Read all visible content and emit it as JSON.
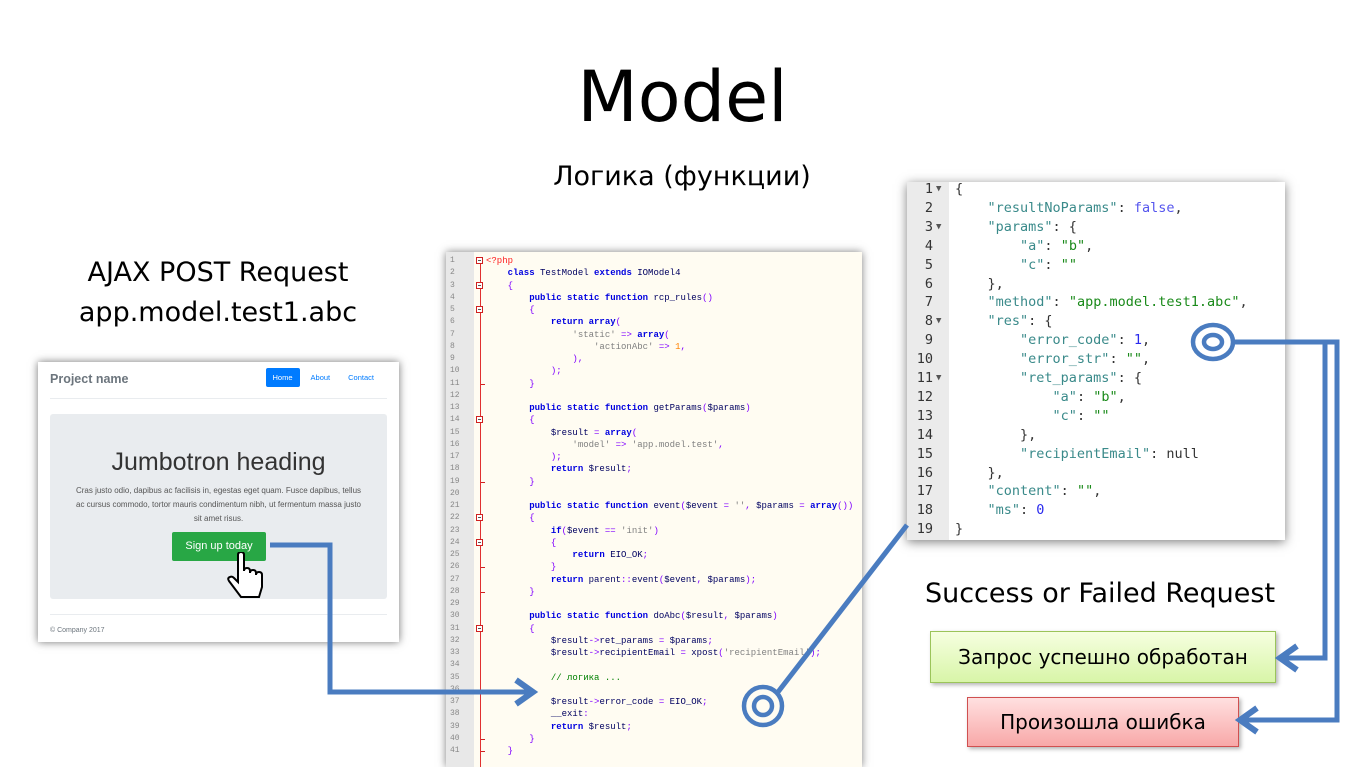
{
  "slide": {
    "title": "Model",
    "logic_label": "Логика (функции)",
    "request_label_1": "AJAX POST Request",
    "request_label_2": "app.model.test1.abc",
    "result_label": "Success or Failed Request",
    "success_box": "Запрос успешно обработан",
    "error_box": "Произошла ошибка"
  },
  "site": {
    "brand": "Project name",
    "nav": [
      "Home",
      "About",
      "Contact"
    ],
    "heading": "Jumbotron heading",
    "lead": "Cras justo odio, dapibus ac facilisis in, egestas eget quam. Fusce dapibus, tellus ac cursus commodo, tortor mauris condimentum nibh, ut fermentum massa justo sit amet risus.",
    "button": "Sign up today",
    "footer": "© Company 2017"
  },
  "colors": {
    "arrow": "#4a7cc0",
    "primary": "#007bff",
    "success": "#28a745"
  },
  "code_lines": [
    {
      "fold": "box",
      "t": [
        [
          "p",
          "<?php"
        ]
      ]
    },
    {
      "t": [
        [
          "v",
          "    "
        ],
        [
          "k",
          "class"
        ],
        [
          "v",
          " TestModel "
        ],
        [
          "k",
          "extends"
        ],
        [
          "v",
          " IOModel4"
        ]
      ]
    },
    {
      "fold": "box",
      "t": [
        [
          "v",
          "    "
        ],
        [
          "o",
          "{"
        ]
      ]
    },
    {
      "t": [
        [
          "v",
          "        "
        ],
        [
          "k",
          "public static function"
        ],
        [
          "v",
          " rcp_rules"
        ],
        [
          "o",
          "()"
        ]
      ]
    },
    {
      "fold": "box",
      "t": [
        [
          "v",
          "        "
        ],
        [
          "o",
          "{"
        ]
      ]
    },
    {
      "t": [
        [
          "v",
          "            "
        ],
        [
          "k",
          "return array"
        ],
        [
          "o",
          "("
        ]
      ]
    },
    {
      "t": [
        [
          "v",
          "                "
        ],
        [
          "s",
          "'static'"
        ],
        [
          "o",
          " => "
        ],
        [
          "k",
          "array"
        ],
        [
          "o",
          "("
        ]
      ]
    },
    {
      "t": [
        [
          "v",
          "                    "
        ],
        [
          "s",
          "'actionAbc'"
        ],
        [
          "o",
          " => "
        ],
        [
          "n",
          "1"
        ],
        [
          "o",
          ","
        ]
      ]
    },
    {
      "t": [
        [
          "v",
          "                "
        ],
        [
          "o",
          "),"
        ]
      ]
    },
    {
      "t": [
        [
          "v",
          "            "
        ],
        [
          "o",
          ");"
        ]
      ]
    },
    {
      "fold": "end",
      "t": [
        [
          "v",
          "        "
        ],
        [
          "o",
          "}"
        ]
      ]
    },
    {
      "t": []
    },
    {
      "t": [
        [
          "v",
          "        "
        ],
        [
          "k",
          "public static function"
        ],
        [
          "v",
          " getParams"
        ],
        [
          "o",
          "("
        ],
        [
          "v",
          "$params"
        ],
        [
          "o",
          ")"
        ]
      ]
    },
    {
      "fold": "box",
      "t": [
        [
          "v",
          "        "
        ],
        [
          "o",
          "{"
        ]
      ]
    },
    {
      "t": [
        [
          "v",
          "            "
        ],
        [
          "v",
          "$result"
        ],
        [
          "o",
          " = "
        ],
        [
          "k",
          "array"
        ],
        [
          "o",
          "("
        ]
      ]
    },
    {
      "t": [
        [
          "v",
          "                "
        ],
        [
          "s",
          "'model'"
        ],
        [
          "o",
          " => "
        ],
        [
          "s",
          "'app.model.test'"
        ],
        [
          "o",
          ","
        ]
      ]
    },
    {
      "t": [
        [
          "v",
          "            "
        ],
        [
          "o",
          ");"
        ]
      ]
    },
    {
      "t": [
        [
          "v",
          "            "
        ],
        [
          "k",
          "return"
        ],
        [
          "v",
          " $result"
        ],
        [
          "o",
          ";"
        ]
      ]
    },
    {
      "fold": "end",
      "t": [
        [
          "v",
          "        "
        ],
        [
          "o",
          "}"
        ]
      ]
    },
    {
      "t": []
    },
    {
      "t": [
        [
          "v",
          "        "
        ],
        [
          "k",
          "public static function"
        ],
        [
          "v",
          " event"
        ],
        [
          "o",
          "("
        ],
        [
          "v",
          "$event"
        ],
        [
          "o",
          " = "
        ],
        [
          "s",
          "''"
        ],
        [
          "o",
          ", "
        ],
        [
          "v",
          "$params"
        ],
        [
          "o",
          " = "
        ],
        [
          "k",
          "array"
        ],
        [
          "o",
          "())"
        ]
      ]
    },
    {
      "fold": "box",
      "t": [
        [
          "v",
          "        "
        ],
        [
          "o",
          "{"
        ]
      ]
    },
    {
      "t": [
        [
          "v",
          "            "
        ],
        [
          "k",
          "if"
        ],
        [
          "o",
          "("
        ],
        [
          "v",
          "$event"
        ],
        [
          "o",
          " == "
        ],
        [
          "s",
          "'init'"
        ],
        [
          "o",
          ")"
        ]
      ]
    },
    {
      "fold": "box",
      "t": [
        [
          "v",
          "            "
        ],
        [
          "o",
          "{"
        ]
      ]
    },
    {
      "t": [
        [
          "v",
          "                "
        ],
        [
          "k",
          "return"
        ],
        [
          "v",
          " EIO_OK"
        ],
        [
          "o",
          ";"
        ]
      ]
    },
    {
      "fold": "end",
      "t": [
        [
          "v",
          "            "
        ],
        [
          "o",
          "}"
        ]
      ]
    },
    {
      "t": [
        [
          "v",
          "            "
        ],
        [
          "k",
          "return"
        ],
        [
          "v",
          " parent"
        ],
        [
          "o",
          "::"
        ],
        [
          "v",
          "event"
        ],
        [
          "o",
          "("
        ],
        [
          "v",
          "$event"
        ],
        [
          "o",
          ", "
        ],
        [
          "v",
          "$params"
        ],
        [
          "o",
          ");"
        ]
      ]
    },
    {
      "fold": "end",
      "t": [
        [
          "v",
          "        "
        ],
        [
          "o",
          "}"
        ]
      ]
    },
    {
      "t": []
    },
    {
      "t": [
        [
          "v",
          "        "
        ],
        [
          "k",
          "public static function"
        ],
        [
          "v",
          " doAbc"
        ],
        [
          "o",
          "("
        ],
        [
          "v",
          "$result"
        ],
        [
          "o",
          ", "
        ],
        [
          "v",
          "$params"
        ],
        [
          "o",
          ")"
        ]
      ]
    },
    {
      "fold": "box",
      "t": [
        [
          "v",
          "        "
        ],
        [
          "o",
          "{"
        ]
      ]
    },
    {
      "t": [
        [
          "v",
          "            "
        ],
        [
          "v",
          "$result"
        ],
        [
          "o",
          "->"
        ],
        [
          "v",
          "ret_params"
        ],
        [
          "o",
          " = "
        ],
        [
          "v",
          "$params"
        ],
        [
          "o",
          ";"
        ]
      ]
    },
    {
      "t": [
        [
          "v",
          "            "
        ],
        [
          "v",
          "$result"
        ],
        [
          "o",
          "->"
        ],
        [
          "v",
          "recipientEmail"
        ],
        [
          "o",
          " = "
        ],
        [
          "v",
          "xpost"
        ],
        [
          "o",
          "("
        ],
        [
          "s",
          "'recipientEmail'"
        ],
        [
          "o",
          ");"
        ]
      ]
    },
    {
      "t": []
    },
    {
      "t": [
        [
          "v",
          "            "
        ],
        [
          "c",
          "// логика ..."
        ]
      ]
    },
    {
      "t": []
    },
    {
      "t": [
        [
          "v",
          "            "
        ],
        [
          "v",
          "$result"
        ],
        [
          "o",
          "->"
        ],
        [
          "v",
          "error_code"
        ],
        [
          "o",
          " = "
        ],
        [
          "v",
          "EIO_OK"
        ],
        [
          "o",
          ";"
        ]
      ]
    },
    {
      "t": [
        [
          "v",
          "            "
        ],
        [
          "v",
          "__exit"
        ],
        [
          "o",
          ":"
        ]
      ]
    },
    {
      "t": [
        [
          "v",
          "            "
        ],
        [
          "k",
          "return"
        ],
        [
          "v",
          " $result"
        ],
        [
          "o",
          ";"
        ]
      ]
    },
    {
      "fold": "end",
      "t": [
        [
          "v",
          "        "
        ],
        [
          "o",
          "}"
        ]
      ]
    },
    {
      "fold": "end",
      "t": [
        [
          "v",
          "    "
        ],
        [
          "o",
          "}"
        ]
      ]
    }
  ],
  "json_lines": [
    {
      "arrow": true,
      "t": [
        [
          "jp",
          "{"
        ]
      ]
    },
    {
      "t": [
        [
          "jp",
          "    "
        ],
        [
          "jk",
          "\"resultNoParams\""
        ],
        [
          "jp",
          ": "
        ],
        [
          "jb",
          "false"
        ],
        [
          "jp",
          ","
        ]
      ]
    },
    {
      "arrow": true,
      "t": [
        [
          "jp",
          "    "
        ],
        [
          "jk",
          "\"params\""
        ],
        [
          "jp",
          ": {"
        ]
      ]
    },
    {
      "t": [
        [
          "jp",
          "        "
        ],
        [
          "jk",
          "\"a\""
        ],
        [
          "jp",
          ": "
        ],
        [
          "js",
          "\"b\""
        ],
        [
          "jp",
          ","
        ]
      ]
    },
    {
      "t": [
        [
          "jp",
          "        "
        ],
        [
          "jk",
          "\"c\""
        ],
        [
          "jp",
          ": "
        ],
        [
          "js",
          "\"\""
        ]
      ]
    },
    {
      "t": [
        [
          "jp",
          "    },"
        ]
      ]
    },
    {
      "t": [
        [
          "jp",
          "    "
        ],
        [
          "jk",
          "\"method\""
        ],
        [
          "jp",
          ": "
        ],
        [
          "js",
          "\"app.model.test1.abc\""
        ],
        [
          "jp",
          ","
        ]
      ]
    },
    {
      "arrow": true,
      "t": [
        [
          "jp",
          "    "
        ],
        [
          "jk",
          "\"res\""
        ],
        [
          "jp",
          ": {"
        ]
      ]
    },
    {
      "t": [
        [
          "jp",
          "        "
        ],
        [
          "jk",
          "\"error_code\""
        ],
        [
          "jp",
          ": "
        ],
        [
          "jn",
          "1"
        ],
        [
          "jp",
          ","
        ]
      ]
    },
    {
      "t": [
        [
          "jp",
          "        "
        ],
        [
          "jk",
          "\"error_str\""
        ],
        [
          "jp",
          ": "
        ],
        [
          "js",
          "\"\""
        ],
        [
          "jp",
          ","
        ]
      ]
    },
    {
      "arrow": true,
      "t": [
        [
          "jp",
          "        "
        ],
        [
          "jk",
          "\"ret_params\""
        ],
        [
          "jp",
          ": {"
        ]
      ]
    },
    {
      "t": [
        [
          "jp",
          "            "
        ],
        [
          "jk",
          "\"a\""
        ],
        [
          "jp",
          ": "
        ],
        [
          "js",
          "\"b\""
        ],
        [
          "jp",
          ","
        ]
      ]
    },
    {
      "t": [
        [
          "jp",
          "            "
        ],
        [
          "jk",
          "\"c\""
        ],
        [
          "jp",
          ": "
        ],
        [
          "js",
          "\"\""
        ]
      ]
    },
    {
      "t": [
        [
          "jp",
          "        },"
        ]
      ]
    },
    {
      "t": [
        [
          "jp",
          "        "
        ],
        [
          "jk",
          "\"recipientEmail\""
        ],
        [
          "jp",
          ": null"
        ]
      ]
    },
    {
      "t": [
        [
          "jp",
          "    },"
        ]
      ]
    },
    {
      "t": [
        [
          "jp",
          "    "
        ],
        [
          "jk",
          "\"content\""
        ],
        [
          "jp",
          ": "
        ],
        [
          "js",
          "\"\""
        ],
        [
          "jp",
          ","
        ]
      ]
    },
    {
      "t": [
        [
          "jp",
          "    "
        ],
        [
          "jk",
          "\"ms\""
        ],
        [
          "jp",
          ": "
        ],
        [
          "jn",
          "0"
        ]
      ]
    },
    {
      "t": [
        [
          "jp",
          "}"
        ]
      ]
    }
  ]
}
